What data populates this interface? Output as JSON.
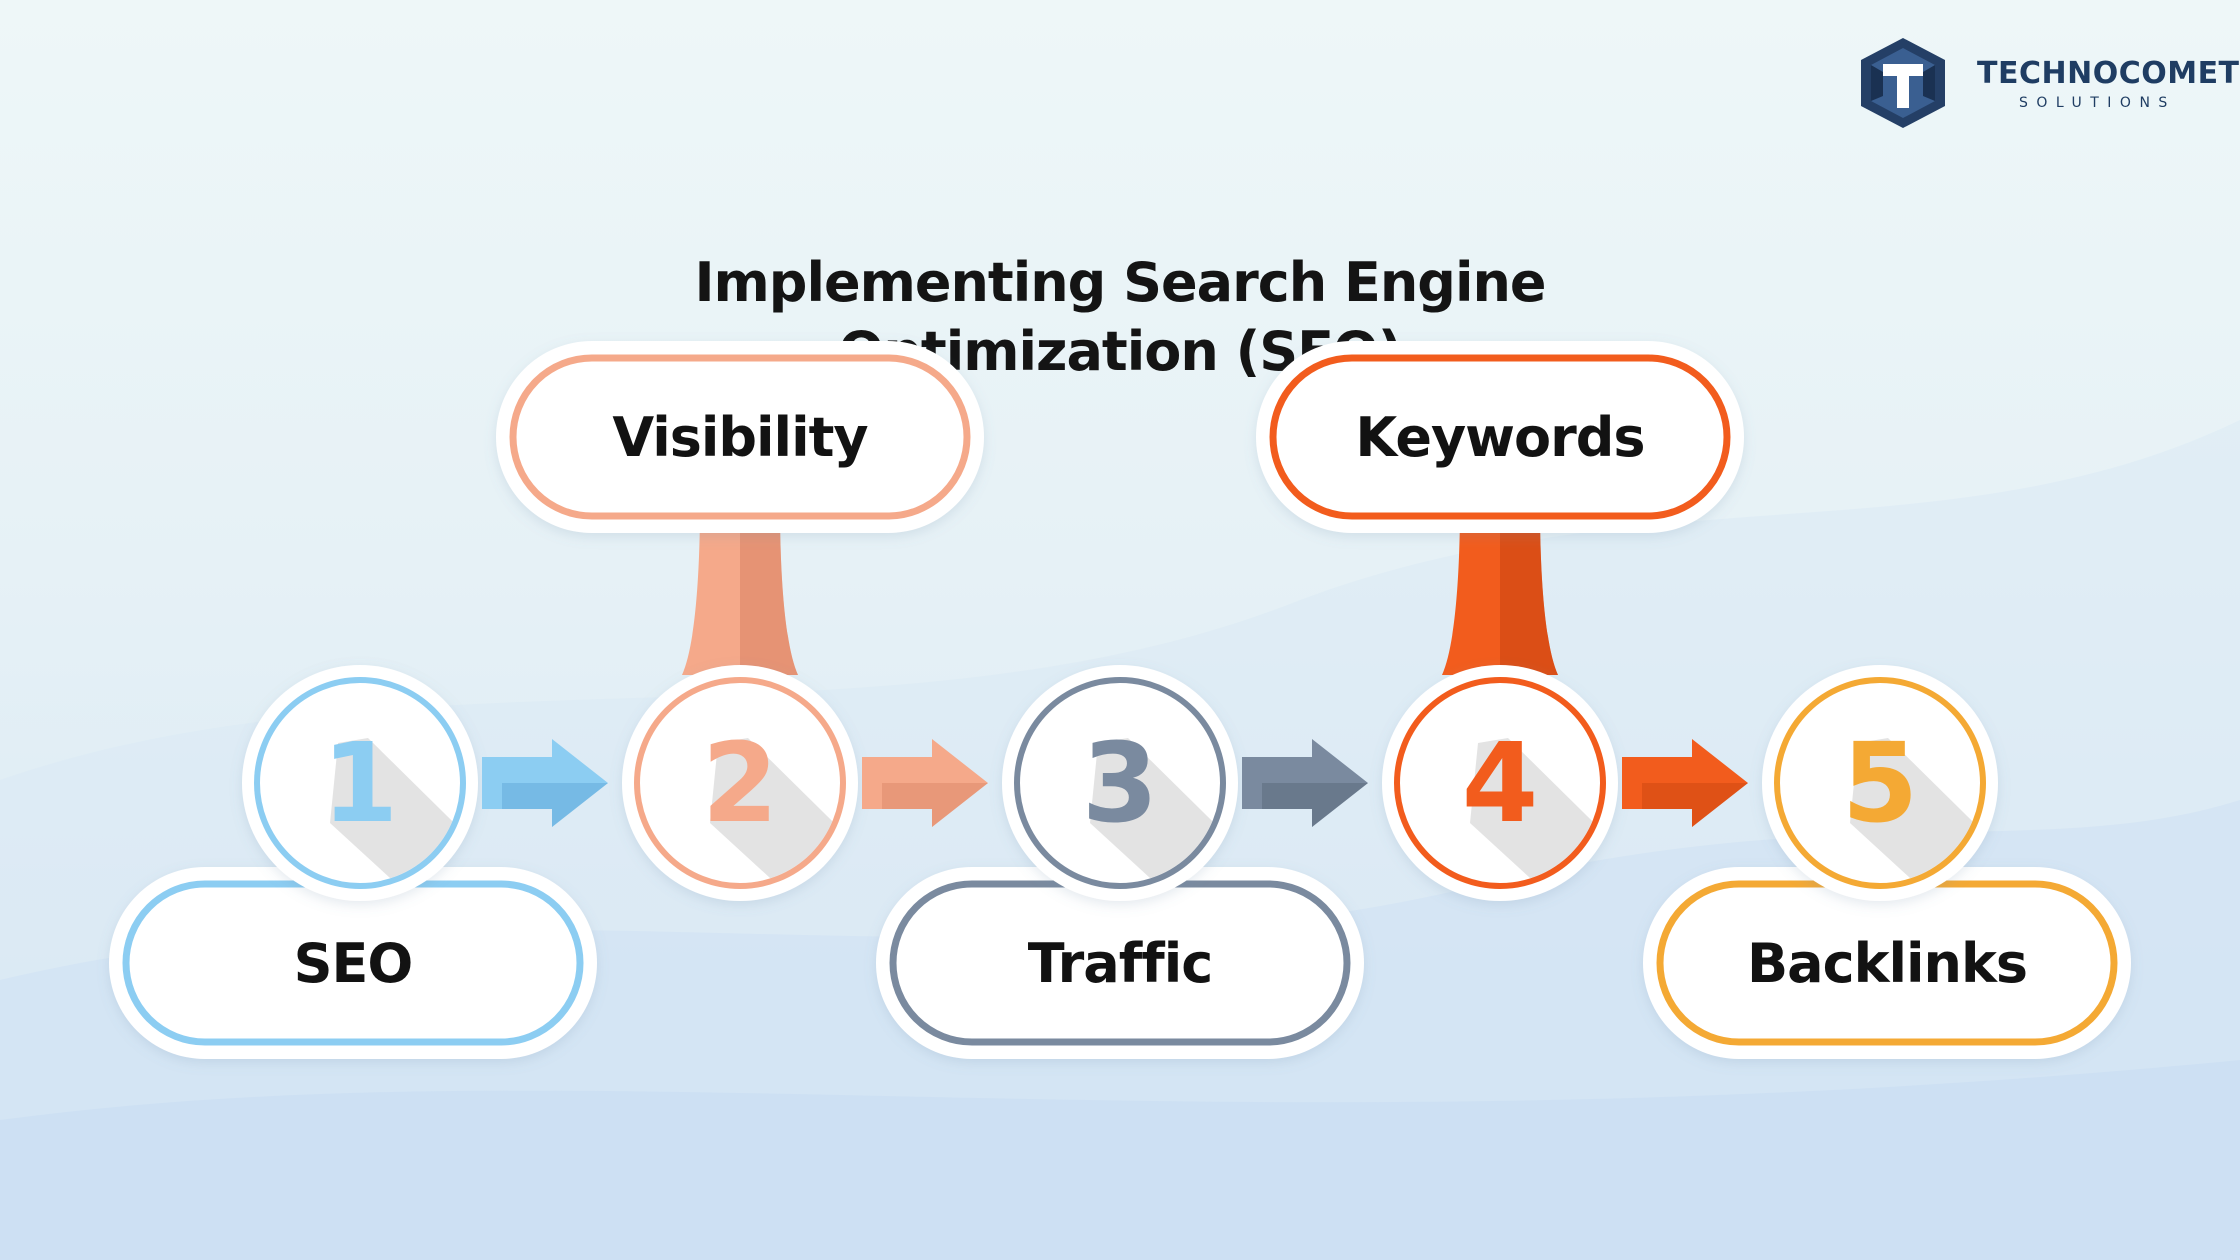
{
  "logo": {
    "name": "TECHNOCOMET",
    "tagline": "SOLUTIONS",
    "color": "#1f3d63"
  },
  "title": {
    "line1": "Implementing Search Engine",
    "line2": "Optimization (SEO)"
  },
  "steps": [
    {
      "number": "1",
      "label": "SEO",
      "color": "#8ccdf2",
      "dark": "#5aa4d4",
      "label_side": "bottom"
    },
    {
      "number": "2",
      "label": "Visibility",
      "color": "#f5a98a",
      "dark": "#d98263",
      "label_side": "top"
    },
    {
      "number": "3",
      "label": "Traffic",
      "color": "#7a8a9f",
      "dark": "#556375",
      "label_side": "bottom"
    },
    {
      "number": "4",
      "label": "Keywords",
      "color": "#f25c1d",
      "dark": "#c84410",
      "label_side": "top"
    },
    {
      "number": "5",
      "label": "Backlinks",
      "color": "#f4a934",
      "dark": "#d48616",
      "label_side": "bottom"
    }
  ]
}
